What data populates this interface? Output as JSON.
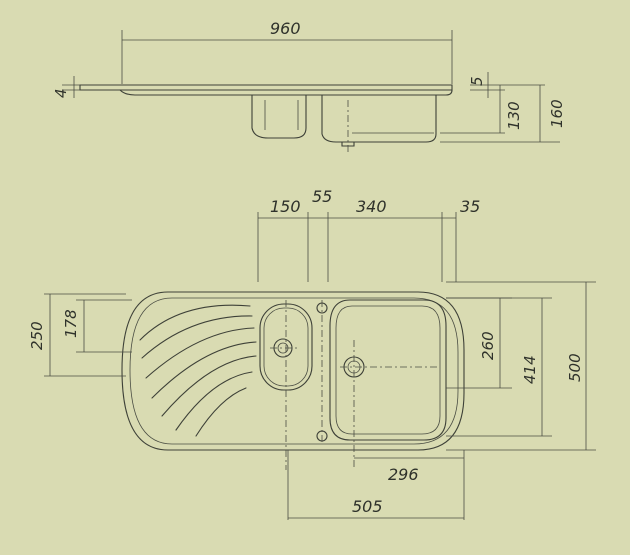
{
  "dimensions": {
    "overall_length": "960",
    "rim_thickness": "4",
    "rim_step": "5",
    "bowl_depth": "130",
    "total_depth": "160",
    "small_bowl_width": "150",
    "bowl_gap": "55",
    "main_bowl_width": "340",
    "right_rim": "35",
    "drainer_offset_a": "250",
    "drainer_offset_b": "178",
    "bowl_length": "260",
    "inner_width": "414",
    "overall_width": "500",
    "drain_offset": "296",
    "bowl_span": "505"
  },
  "colors": {
    "paper": "#d9dbb2",
    "ink": "#3e4138"
  }
}
